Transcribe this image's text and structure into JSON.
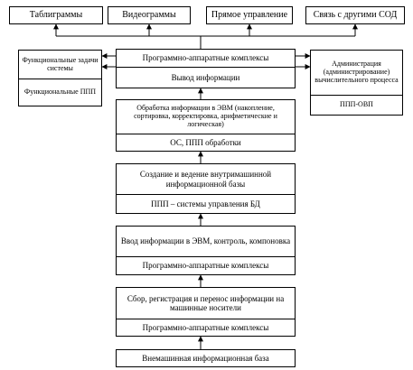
{
  "top_row": [
    {
      "label": "Таблиграммы"
    },
    {
      "label": "Видеограммы"
    },
    {
      "label": "Прямое управление"
    },
    {
      "label": "Связь с другими СОД"
    }
  ],
  "left_box": {
    "top": "Функциональные задачи системы",
    "bottom": "Функциональные ППП"
  },
  "right_box": {
    "top": "Администрация (администрирование) вычислительного процесса",
    "bottom": "ППП-ОВП"
  },
  "center_stages": [
    {
      "top": "Программно-аппаратные комплексы",
      "bottom": "Вывод информации"
    },
    {
      "top": "Обработка информации в ЭВМ (накопление, сортировка, корректировка, арифметические и логическая)",
      "bottom": "ОС, ППП обработки"
    },
    {
      "top": "Создание и ведение внутримашинной информационной базы",
      "bottom": "ППП – системы управления БД"
    },
    {
      "top": "Ввод информации в ЭВМ, контроль, компоновка",
      "bottom": "Программно-аппаратные комплексы"
    },
    {
      "top": "Сбор, регистрация и перенос информации на машинные носители",
      "bottom": "Программно-аппаратные комплексы"
    }
  ],
  "base_box": {
    "label": "Внемашинная информационная база"
  }
}
